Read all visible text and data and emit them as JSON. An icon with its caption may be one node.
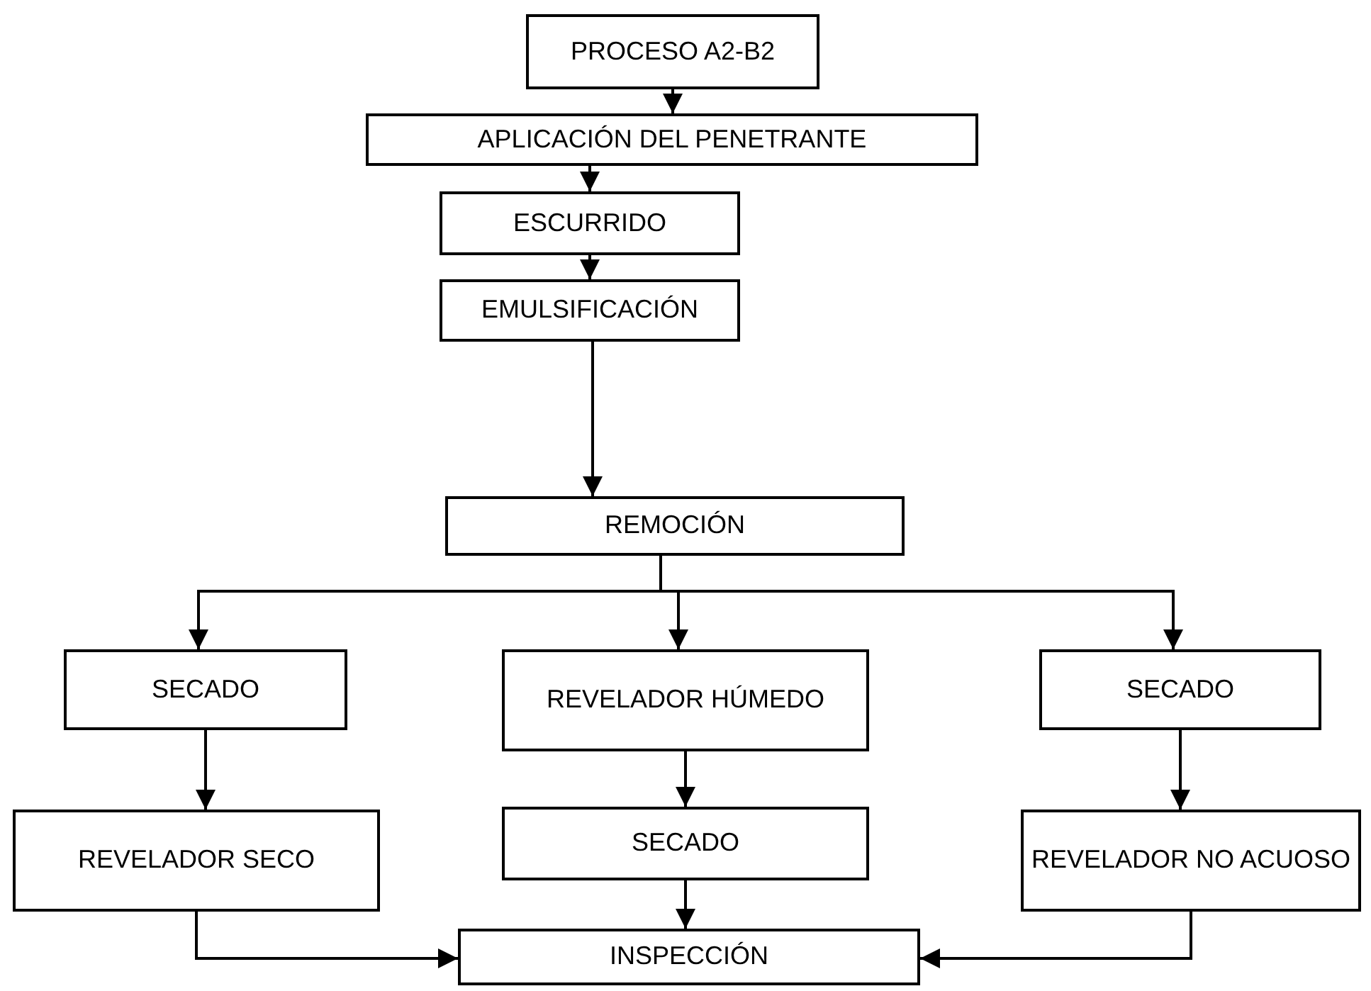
{
  "diagram": {
    "nodes": [
      {
        "text": [
          "PROCESO A2-B2"
        ]
      },
      {
        "text": [
          "APLICACIÓN DEL PENETRANTE"
        ]
      },
      {
        "text": [
          "ESCURRIDO"
        ]
      },
      {
        "text": [
          "EMULSIFICACIÓN"
        ]
      },
      {
        "text": [
          "REMOCIÓN"
        ]
      },
      {
        "text": [
          "SECADO"
        ]
      },
      {
        "text": [
          "REVELADOR HÚMEDO"
        ]
      },
      {
        "text": [
          "SECADO"
        ]
      },
      {
        "text": [
          "REVELADOR SECO"
        ]
      },
      {
        "text": [
          "SECADO"
        ]
      },
      {
        "text": [
          "REVELADOR NO ACUOSO"
        ]
      },
      {
        "text": [
          "INSPECCIÓN"
        ]
      }
    ],
    "edges": [
      {
        "from": 0,
        "to": 1,
        "arrow": "to"
      },
      {
        "from": 1,
        "to": 2,
        "arrow": "to"
      },
      {
        "from": 2,
        "to": 3,
        "arrow": "to"
      },
      {
        "from": 3,
        "to": 4,
        "arrow": "to"
      },
      {
        "from": 4,
        "to": 5,
        "arrow": "to"
      },
      {
        "from": 4,
        "to": 6,
        "arrow": "to"
      },
      {
        "from": 4,
        "to": 7,
        "arrow": "to"
      },
      {
        "from": 5,
        "to": 8,
        "arrow": "to"
      },
      {
        "from": 6,
        "to": 9,
        "arrow": "to"
      },
      {
        "from": 7,
        "to": 10,
        "arrow": "to"
      },
      {
        "from": 8,
        "to": 11,
        "arrow": "to"
      },
      {
        "from": 9,
        "to": 11,
        "arrow": "to"
      },
      {
        "from": 10,
        "to": 11,
        "arrow": "to"
      }
    ]
  }
}
